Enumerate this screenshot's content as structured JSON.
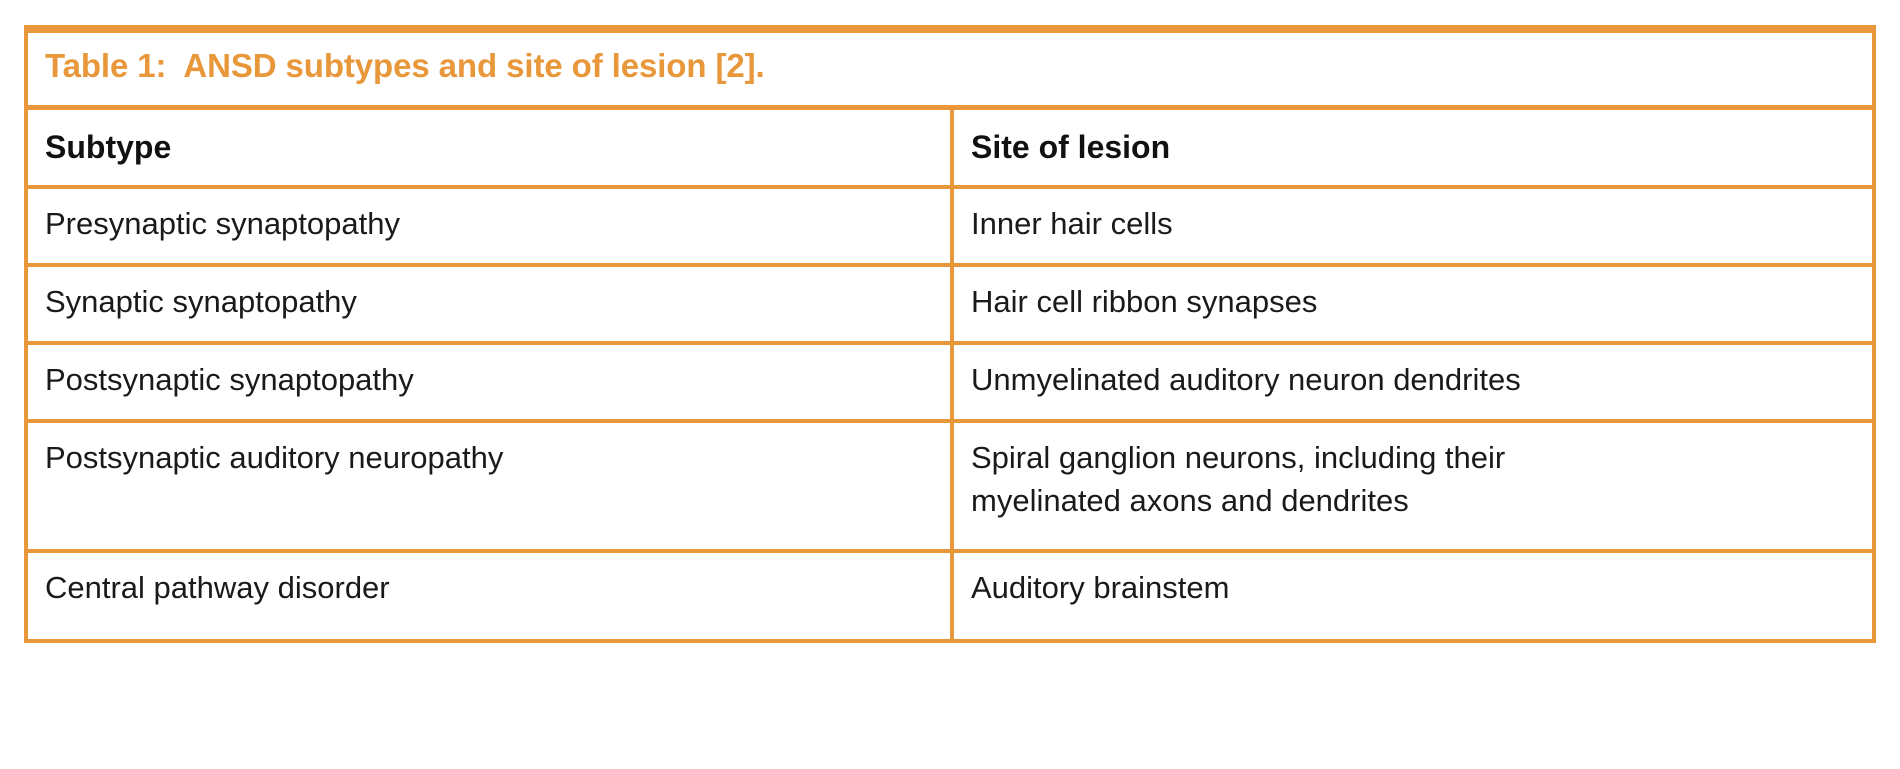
{
  "table": {
    "caption": "Table 1:  ANSD subtypes and site of lesion [2].",
    "accent_color": "#E8973A",
    "text_color": "#1a1a1a",
    "background_color": "#ffffff",
    "columns": [
      {
        "header": "Subtype"
      },
      {
        "header": "Site of lesion"
      }
    ],
    "rows": [
      {
        "subtype": "Presynaptic synaptopathy",
        "site_line1": "Inner hair cells",
        "site_line2": ""
      },
      {
        "subtype": "Synaptic synaptopathy",
        "site_line1": "Hair cell ribbon synapses",
        "site_line2": ""
      },
      {
        "subtype": "Postsynaptic synaptopathy",
        "site_line1": "Unmyelinated auditory neuron dendrites",
        "site_line2": ""
      },
      {
        "subtype": "Postsynaptic auditory neuropathy",
        "site_line1": "Spiral ganglion neurons, including their",
        "site_line2": "myelinated axons and dendrites"
      },
      {
        "subtype": "Central pathway disorder",
        "site_line1": "Auditory brainstem",
        "site_line2": ""
      }
    ]
  }
}
